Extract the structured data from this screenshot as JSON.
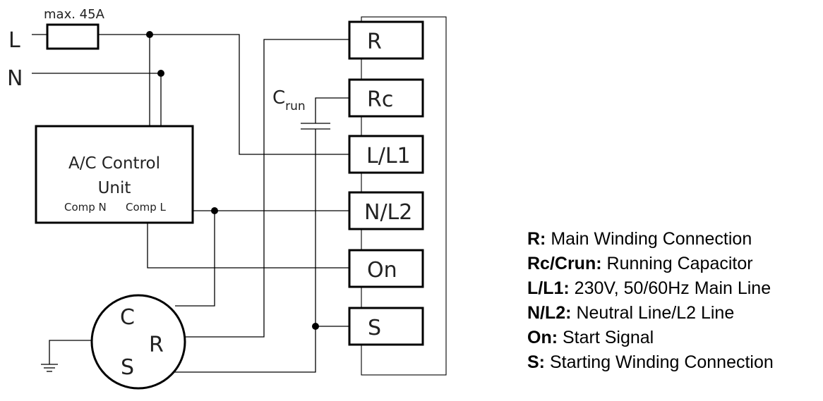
{
  "diagram": {
    "fuse_label": "max. 45A",
    "line_L": "L",
    "line_N": "N",
    "control_unit": {
      "title_line1": "A/C Control",
      "title_line2": "Unit",
      "comp_n": "Comp N",
      "comp_l": "Comp L"
    },
    "capacitor": {
      "main": "C",
      "sub": "run"
    },
    "terminals": [
      "R",
      "Rc",
      "L/L1",
      "N/L2",
      "On",
      "S"
    ],
    "compressor": {
      "c": "C",
      "r": "R",
      "s": "S"
    }
  },
  "legend": [
    {
      "key": "R:",
      "desc": "Main Winding Connection"
    },
    {
      "key": "Rc/Crun:",
      "desc": "Running Capacitor"
    },
    {
      "key": "L/L1:",
      "desc": "230V, 50/60Hz Main Line"
    },
    {
      "key": "N/L2:",
      "desc": "Neutral Line/L2 Line"
    },
    {
      "key": "On:",
      "desc": "Start Signal"
    },
    {
      "key": "S:",
      "desc": "Starting Winding Connection"
    }
  ]
}
